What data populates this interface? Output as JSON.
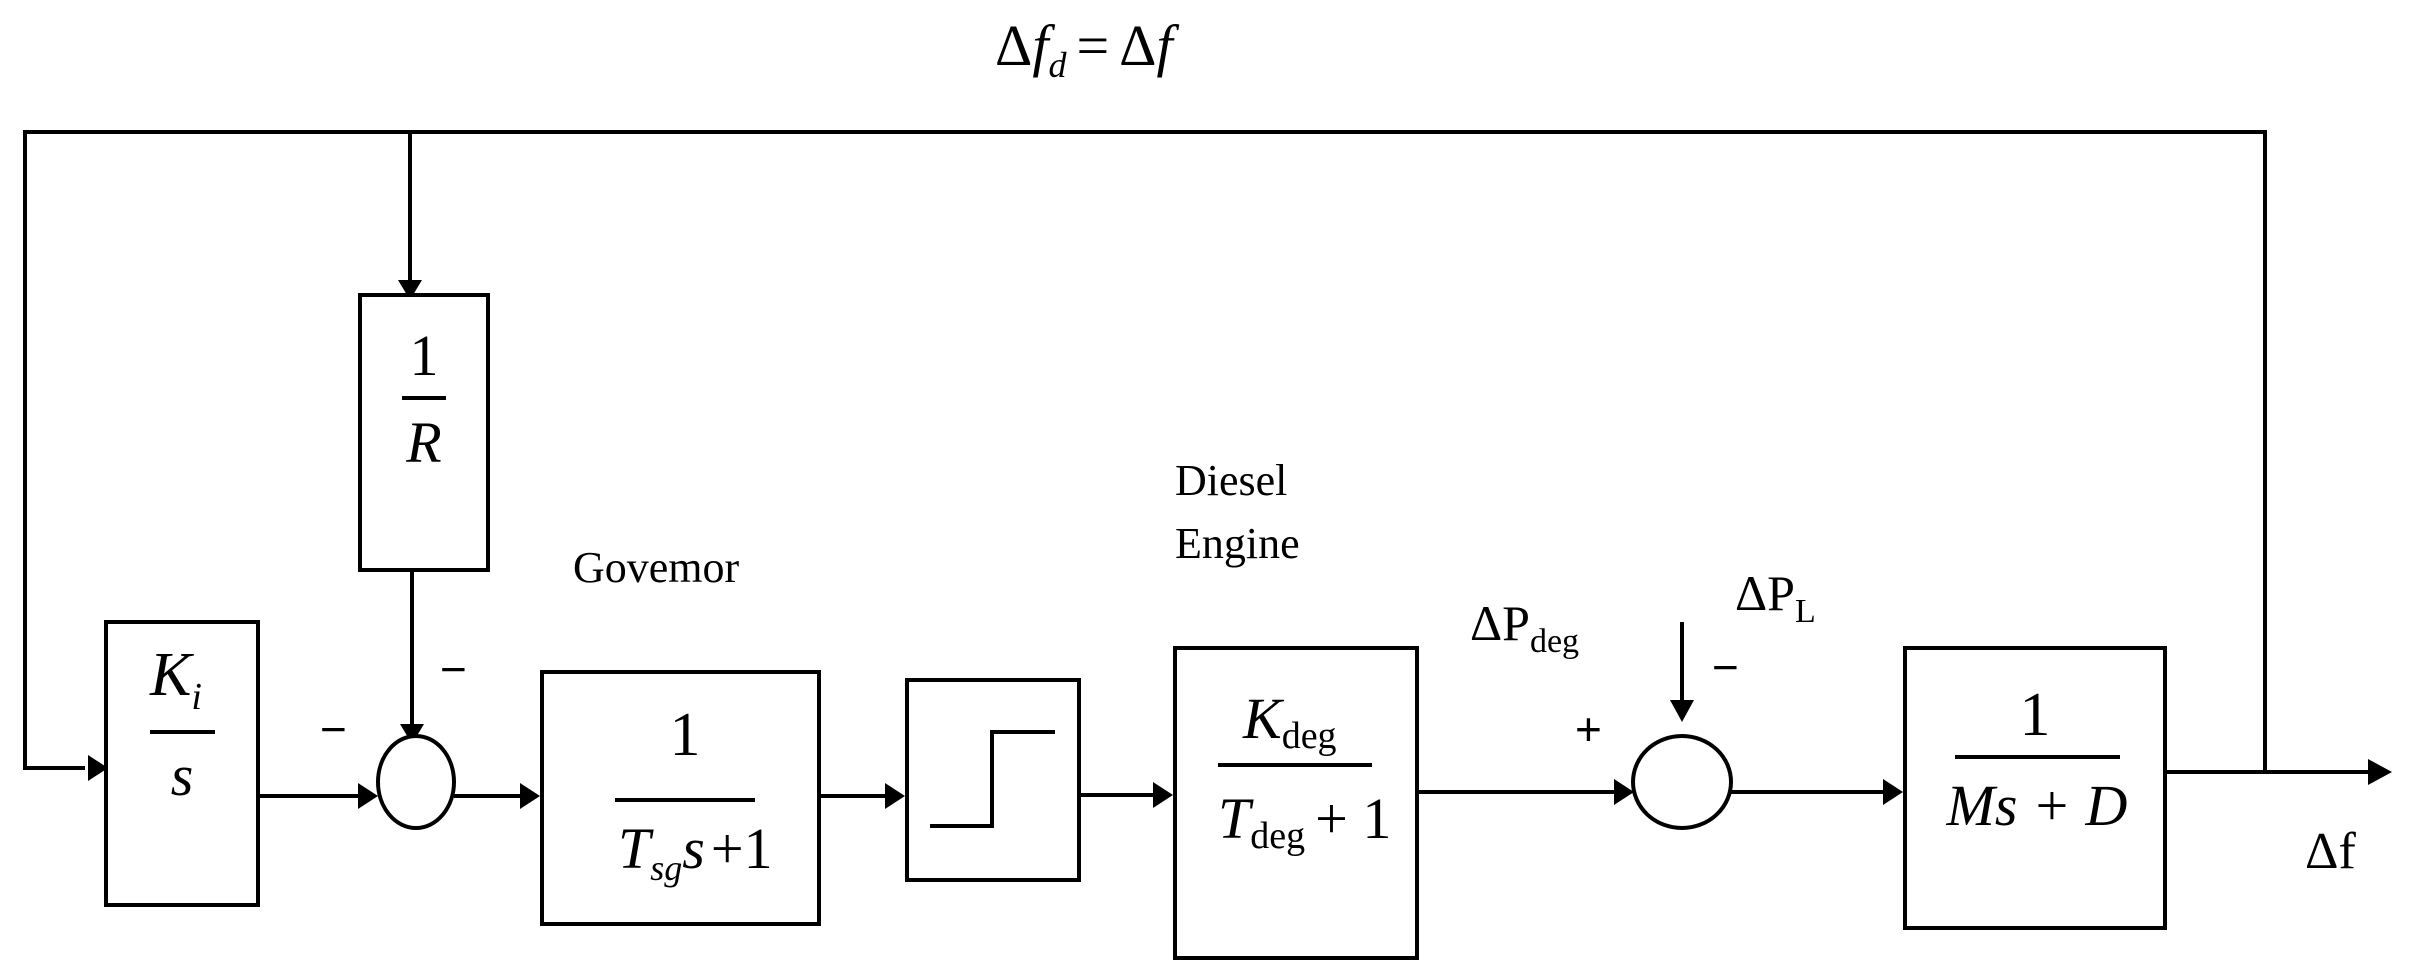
{
  "top_label": {
    "lhs_var": "f",
    "lhs_sub": "d",
    "rhs_var": "f",
    "delta": "Δ",
    "eq": "="
  },
  "integrator": {
    "num_var": "K",
    "num_sub": "i",
    "den": "s"
  },
  "droop": {
    "num": "1",
    "den": "R"
  },
  "governor": {
    "title": "Govemor",
    "num": "1",
    "den_T": "T",
    "den_sub": "sg",
    "den_s": "s",
    "den_tail": "+1"
  },
  "limiter": {
    "icon": "step-nonlinearity-icon"
  },
  "diesel_engine": {
    "title_line1": "Diesel",
    "title_line2": "Engine",
    "num_var": "K",
    "num_sub": "deg",
    "den_T": "T",
    "den_sub": "deg",
    "den_tail": "+ 1"
  },
  "signals": {
    "p_deg": "ΔP",
    "p_deg_sub": "deg",
    "p_load": "ΔP",
    "p_load_sub": "L",
    "output": "Δf"
  },
  "signs": {
    "sum1_left": "−",
    "sum1_top": "−",
    "sum2_left": "+",
    "sum2_top": "−"
  },
  "plant": {
    "num": "1",
    "den": "Ms + D"
  }
}
